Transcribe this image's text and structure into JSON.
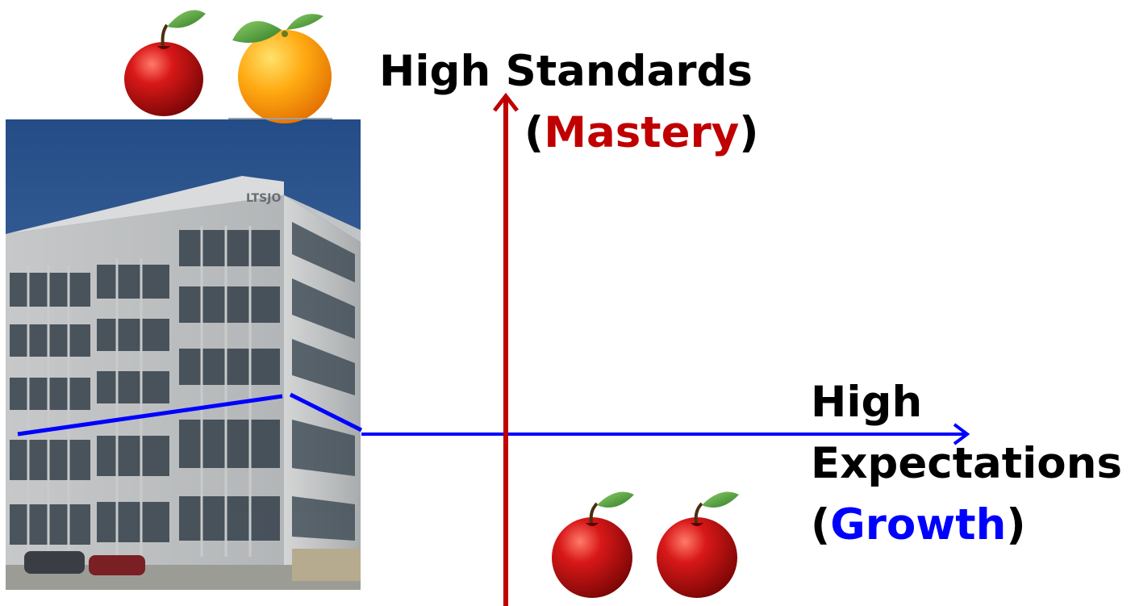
{
  "vertical_axis": {
    "title": "High Standards",
    "open_paren": "(",
    "keyword": "Mastery",
    "close_paren": ")",
    "keyword_color": "#c00000",
    "axis_color": "#c00000"
  },
  "horizontal_axis": {
    "title_line1": "High",
    "title_line2": "Expectations",
    "open_paren": "(",
    "keyword": "Growth",
    "close_paren": ")",
    "keyword_color": "#0000ff",
    "axis_color": "#0000ff"
  },
  "images": {
    "top_left": [
      "apple-icon",
      "orange-icon"
    ],
    "bottom": [
      "apple-icon",
      "apple-icon"
    ],
    "building": "office-building-photo"
  }
}
